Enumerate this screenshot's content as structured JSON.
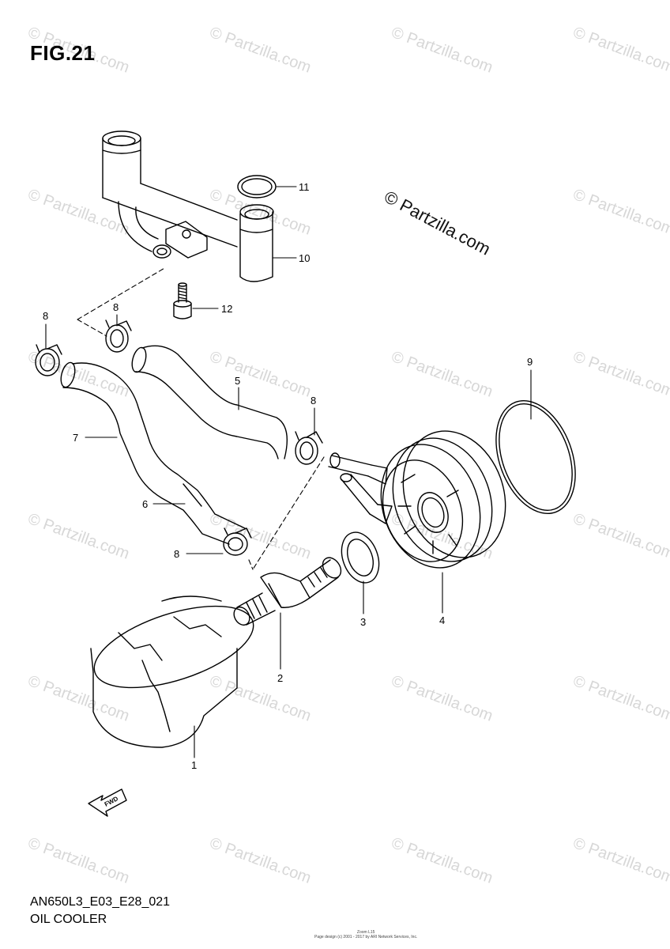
{
  "figure": {
    "title": "FIG.21",
    "code": "AN650L3_E03_E28_021",
    "caption": "OIL COOLER"
  },
  "watermark": {
    "large_text": "© Partzilla.com",
    "small_text": "© Partzilla.com"
  },
  "callouts": [
    "1",
    "2",
    "3",
    "4",
    "5",
    "6",
    "7",
    "8",
    "9",
    "10",
    "11",
    "12"
  ],
  "forward_label": "FWD",
  "footer": {
    "line1": "Zoom L15",
    "line2": "Page design (c) 2001 - 2017 by ARI Network Services, Inc."
  }
}
